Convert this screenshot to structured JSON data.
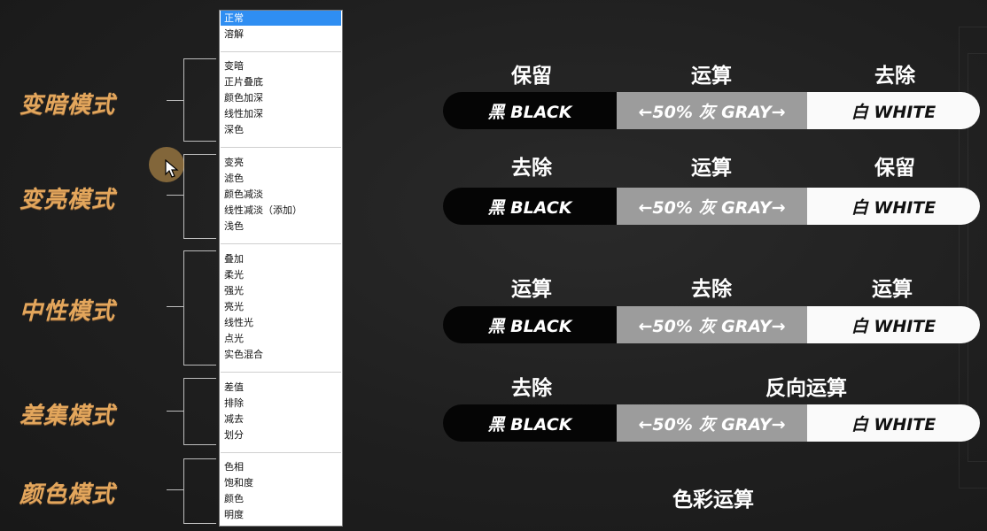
{
  "categories": [
    "变暗模式",
    "变亮模式",
    "中性模式",
    "差集模式",
    "颜色模式"
  ],
  "menu": {
    "group1": [
      "正常",
      "溶解"
    ],
    "group2": [
      "变暗",
      "正片叠底",
      "颜色加深",
      "线性加深",
      "深色"
    ],
    "group3": [
      "变亮",
      "滤色",
      "颜色减淡",
      "线性减淡（添加）",
      "浅色"
    ],
    "group4": [
      "叠加",
      "柔光",
      "强光",
      "亮光",
      "线性光",
      "点光",
      "实色混合"
    ],
    "group5": [
      "差值",
      "排除",
      "减去",
      "划分"
    ],
    "group6": [
      "色相",
      "饱和度",
      "颜色",
      "明度"
    ],
    "selected": "正常"
  },
  "rows": [
    {
      "left": "保留",
      "mid": "运算",
      "right": "去除"
    },
    {
      "left": "去除",
      "mid": "运算",
      "right": "保留"
    },
    {
      "left": "运算",
      "mid": "去除",
      "right": "运算"
    },
    {
      "left": "去除",
      "combined": "反向运算"
    }
  ],
  "bar": {
    "black": "黑 BLACK",
    "gray": "←50% 灰 GRAY→",
    "white": "白 WHITE"
  },
  "bottom_label": "色彩运算",
  "colors": {
    "accent": "#e3a65c",
    "selected": "#2f8ef2",
    "gray_segment": "#9c9c9c"
  }
}
